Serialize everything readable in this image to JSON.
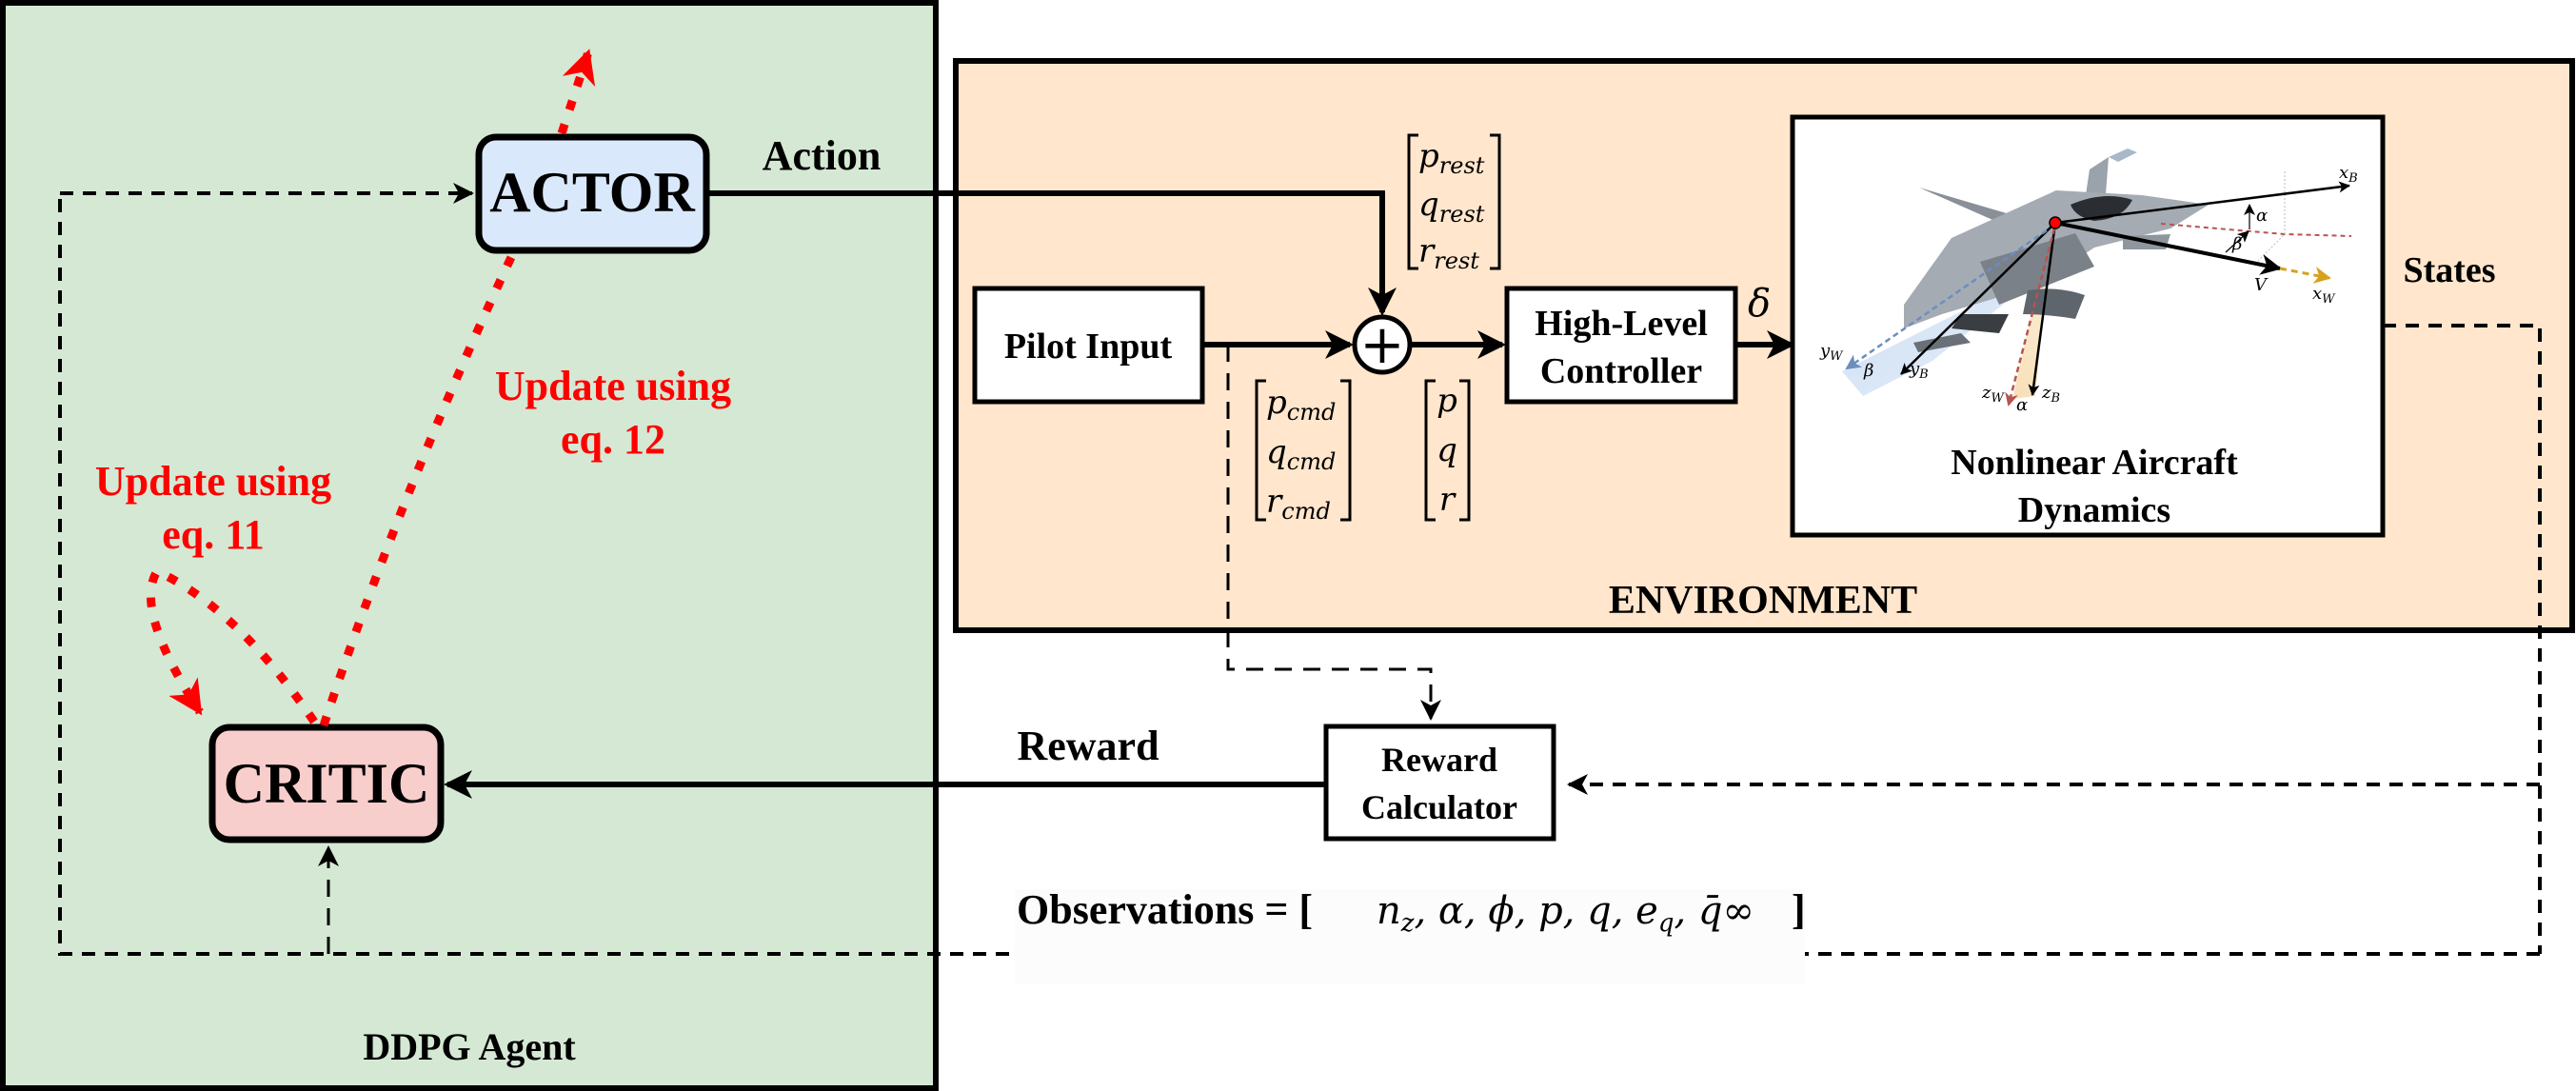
{
  "agent": {
    "title": "DDPG Agent",
    "background": "#d5e8d4",
    "actor": {
      "label": "ACTOR",
      "fill": "#dae8fc"
    },
    "critic": {
      "label": "CRITIC",
      "fill": "#f8cecc"
    },
    "update_actor": {
      "line1": "Update using",
      "line2": "eq. 12"
    },
    "update_critic": {
      "line1": "Update using",
      "line2": "eq. 11"
    },
    "update_color": "#ff0000"
  },
  "environment": {
    "title": "ENVIRONMENT",
    "background": "#ffe6cc",
    "pilot_input": "Pilot Input",
    "controller": {
      "line1": "High-Level",
      "line2": "Controller"
    },
    "controller_output": "δ",
    "sum_symbol": "+",
    "rest_vector": [
      "p",
      "q",
      "r"
    ],
    "rest_subscript": "rest",
    "cmd_vector": [
      "p",
      "q",
      "r"
    ],
    "cmd_subscript": "cmd",
    "rate_vector": [
      "p",
      "q",
      "r"
    ],
    "aircraft": {
      "title_line1": "Nonlinear Aircraft",
      "title_line2": "Dynamics",
      "axes": {
        "xB": "x",
        "xB_sub": "B",
        "xW": "x",
        "xW_sub": "W",
        "yB": "y",
        "yB_sub": "B",
        "yW": "y",
        "yW_sub": "W",
        "zB": "z",
        "zB_sub": "B",
        "zW": "z",
        "zW_sub": "W",
        "V": "V",
        "alpha": "α",
        "beta": "β"
      }
    }
  },
  "signals": {
    "action": "Action",
    "states": "States",
    "reward": "Reward",
    "reward_calculator": {
      "line1": "Reward",
      "line2": "Calculator"
    },
    "observations_label": "Observations = [",
    "observations_vars": "n",
    "observations_list": [
      "nz",
      "α",
      "ϕ",
      "p",
      "q",
      "eq",
      "q̄∞"
    ],
    "observations_close": "]"
  }
}
